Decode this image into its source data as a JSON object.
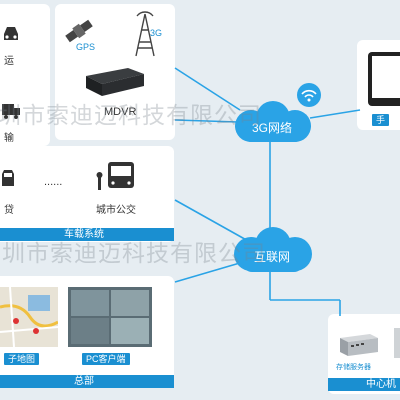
{
  "labels": {
    "yun": "运",
    "shu": "输",
    "dai": "贷",
    "dots": "......",
    "city_bus": "城市公交",
    "gps": "GPS",
    "g3": "3G",
    "mdvr": "MDVR",
    "tablet": "手",
    "storage": "存储服务器"
  },
  "sections": {
    "vehicle_system": "车载系统",
    "hq": "总部",
    "center": "中心机"
  },
  "clouds": {
    "net3g": "3G网络",
    "internet": "互联网"
  },
  "captions": {
    "map": "子地图",
    "pc": "PC客户端"
  },
  "watermarks": {
    "w1": "圳市索迪迈科技有限公司",
    "w2": "深圳市索迪迈科技有限公司"
  },
  "colors": {
    "accent": "#1a8fd1",
    "cloud": "#2aa3e6",
    "panel": "#ffffff",
    "background": "#e6edf2"
  }
}
